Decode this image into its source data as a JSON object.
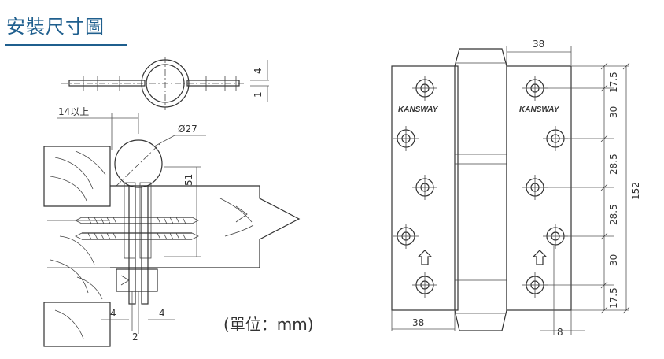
{
  "title": "安裝尺寸圖",
  "unit_note": "(單位：mm)",
  "side_view": {
    "thickness_top": "4",
    "thickness_bottom": "1"
  },
  "install_view": {
    "min_offset": "14以上",
    "knuckle_diameter": "Ø27",
    "depth": "51",
    "gap_left": "4",
    "gap_right": "4",
    "clearance": "2"
  },
  "front_view": {
    "brand": "KANSWAY",
    "width_top": "38",
    "width_bottom": "38",
    "offset_bottom": "8",
    "total_height": "152",
    "hole_spacing": [
      "17.5",
      "30",
      "28.5",
      "28.5",
      "30",
      "17.5"
    ],
    "colors": {
      "line": "#333333",
      "title": "#1f5f8e"
    }
  }
}
